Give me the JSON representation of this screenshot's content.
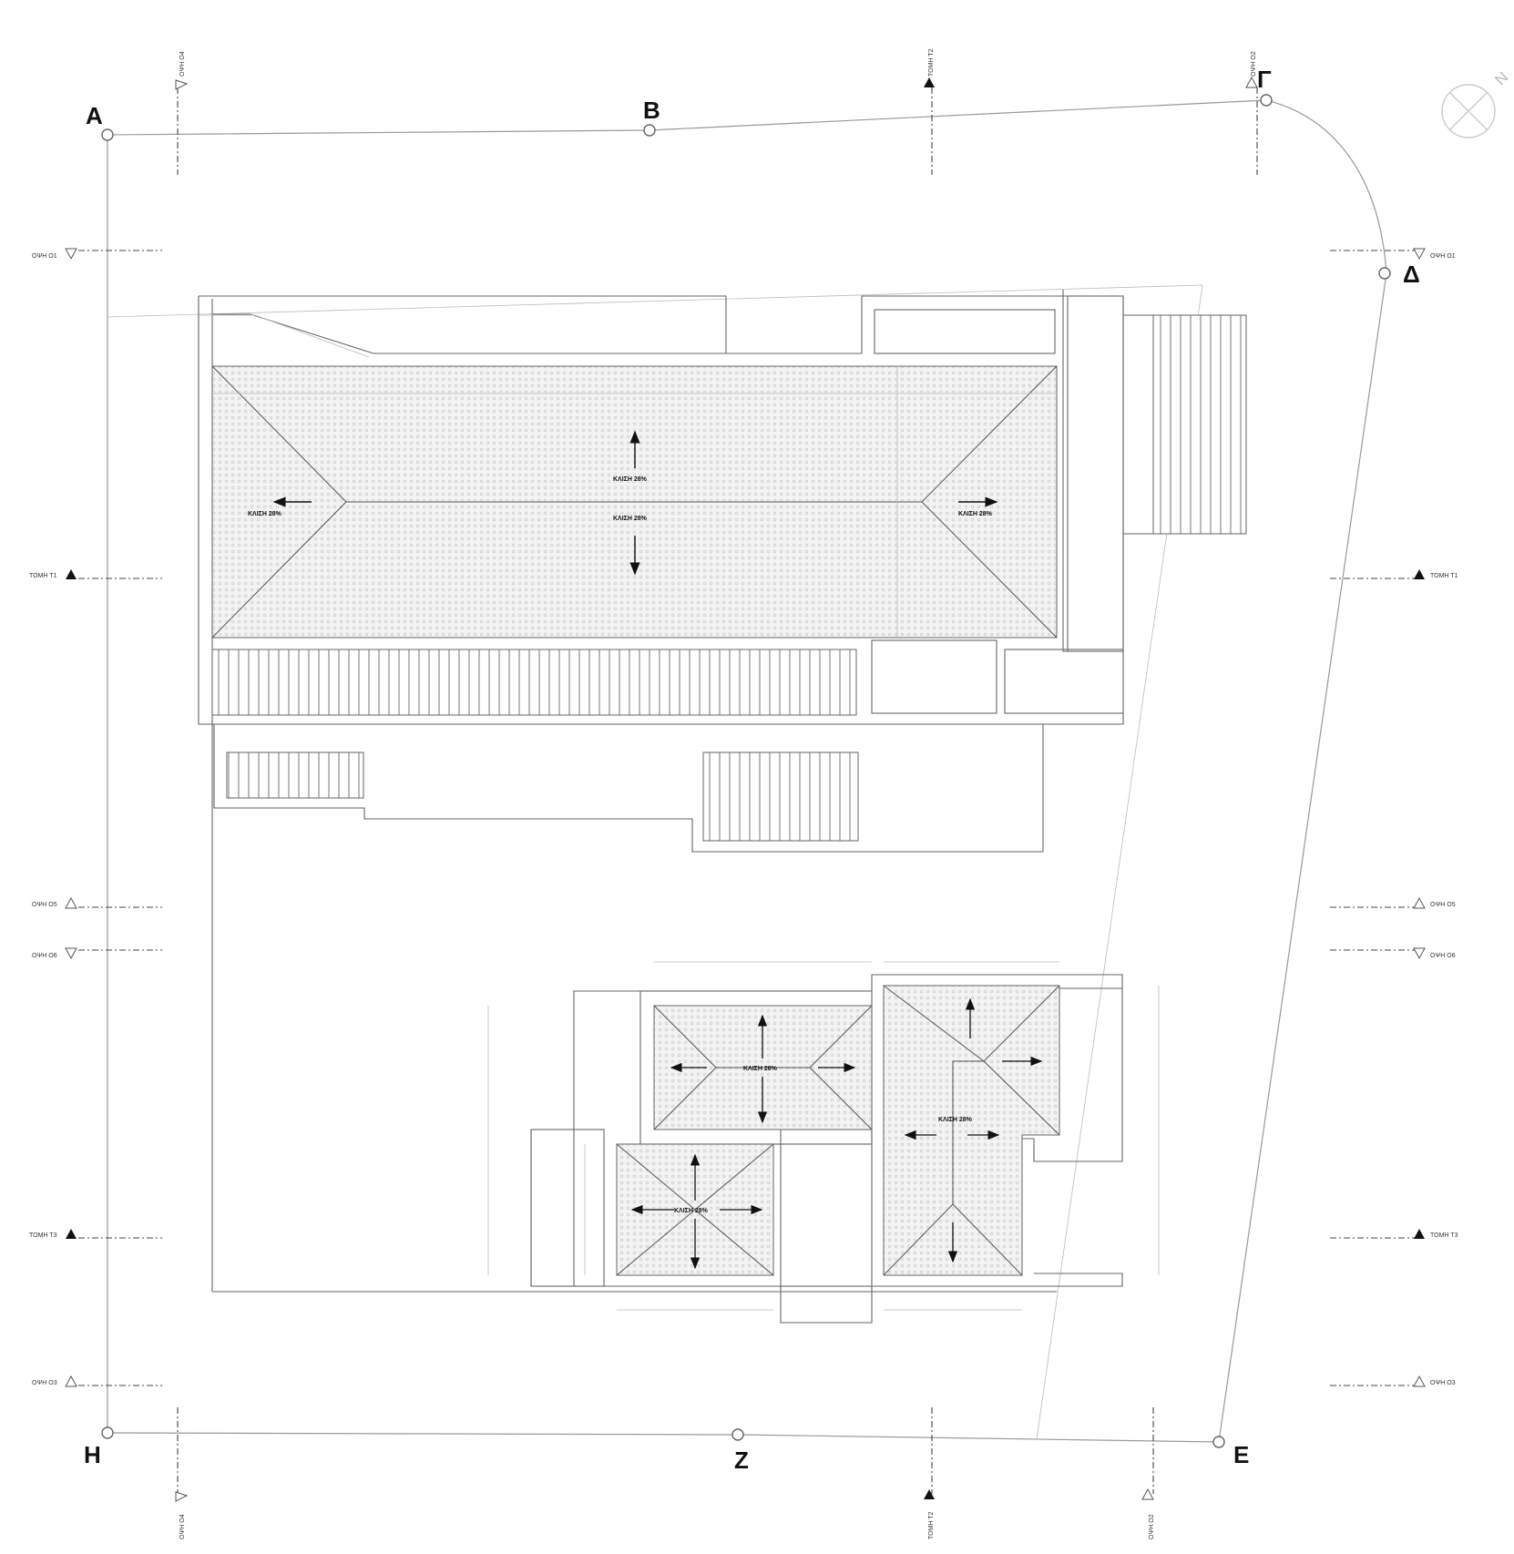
{
  "plot_points": [
    {
      "id": "pt-A",
      "label": "A"
    },
    {
      "id": "pt-B",
      "label": "B"
    },
    {
      "id": "pt-G",
      "label": "Γ"
    },
    {
      "id": "pt-D",
      "label": "Δ"
    },
    {
      "id": "pt-E",
      "label": "E"
    },
    {
      "id": "pt-Z",
      "label": "Z"
    },
    {
      "id": "pt-H",
      "label": "H"
    }
  ],
  "section_markers": {
    "left": [
      {
        "label": "ΟΨΗ Ο1",
        "type": "view"
      },
      {
        "label": "ΤΟΜΗ Τ1",
        "type": "section"
      },
      {
        "label": "ΟΨΗ Ο5",
        "type": "view"
      },
      {
        "label": "ΟΨΗ Ο6",
        "type": "view"
      },
      {
        "label": "ΤΟΜΗ Τ3",
        "type": "section"
      },
      {
        "label": "ΟΨΗ Ο3",
        "type": "view"
      }
    ],
    "right": [
      {
        "label": "ΟΨΗ Ο1",
        "type": "view"
      },
      {
        "label": "ΤΟΜΗ Τ1",
        "type": "section"
      },
      {
        "label": "ΟΨΗ Ο5",
        "type": "view"
      },
      {
        "label": "ΟΨΗ Ο6",
        "type": "view"
      },
      {
        "label": "ΤΟΜΗ Τ3",
        "type": "section"
      },
      {
        "label": "ΟΨΗ Ο3",
        "type": "view"
      }
    ],
    "top": [
      {
        "label": "ΟΨΗ Ο4",
        "type": "view"
      },
      {
        "label": "ΤΟΜΗ Τ2",
        "type": "section"
      },
      {
        "label": "ΟΨΗ Ο2",
        "type": "view"
      }
    ],
    "bottom": [
      {
        "label": "ΟΨΗ Ο4",
        "type": "view"
      },
      {
        "label": "ΤΟΜΗ Τ2",
        "type": "section"
      },
      {
        "label": "ΟΨΗ Ο2",
        "type": "view"
      }
    ]
  },
  "roof_labels": {
    "slope": "ΚΛΙΣΗ 28%"
  },
  "north": {
    "label": "N"
  }
}
